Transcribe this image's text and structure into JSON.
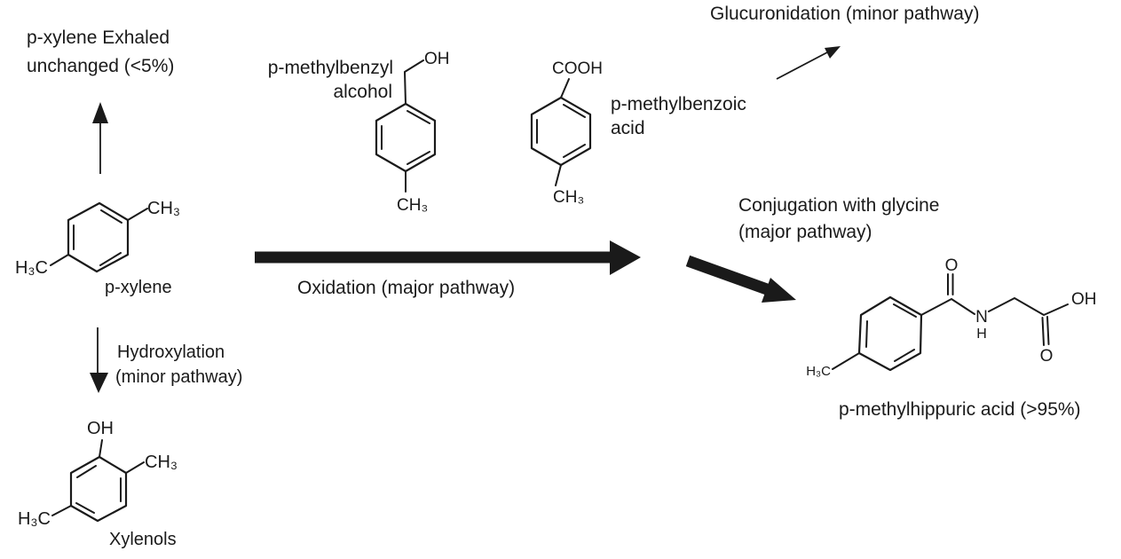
{
  "pathways": {
    "exhaled": {
      "line1": "p-xylene Exhaled",
      "line2": "unchanged (<5%)"
    },
    "glucuronidation": "Glucuronidation (minor pathway)",
    "oxidation": "Oxidation (major pathway)",
    "conjugation": {
      "line1": "Conjugation with glycine",
      "line2": "(major pathway)"
    },
    "hydroxylation": {
      "line1": "Hydroxylation",
      "line2": "(minor pathway)"
    }
  },
  "molecules": {
    "p_xylene": {
      "name": "p-xylene",
      "atoms": {
        "ch3": "CH₃",
        "h3c": "H₃C"
      }
    },
    "p_methylbenzyl_alcohol": {
      "name_line1": "p-methylbenzyl",
      "name_line2": "alcohol",
      "atoms": {
        "oh": "OH",
        "ch3": "CH₃"
      }
    },
    "p_methylbenzoic_acid": {
      "name_line1": "p-methylbenzoic",
      "name_line2": "acid",
      "atoms": {
        "cooh": "COOH",
        "ch3": "CH₃"
      }
    },
    "p_methylhippuric_acid": {
      "name": "p-methylhippuric acid (>95%)",
      "atoms": {
        "o_top": "O",
        "n": "N",
        "h": "H",
        "oh": "OH",
        "o_bottom": "O",
        "h3c": "H₃C"
      }
    },
    "xylenols": {
      "name": "Xylenols",
      "atoms": {
        "oh": "OH",
        "ch3": "CH₃",
        "h3c": "H₃C"
      }
    }
  },
  "colors": {
    "ink": "#1a1a1a",
    "background": "#ffffff"
  }
}
